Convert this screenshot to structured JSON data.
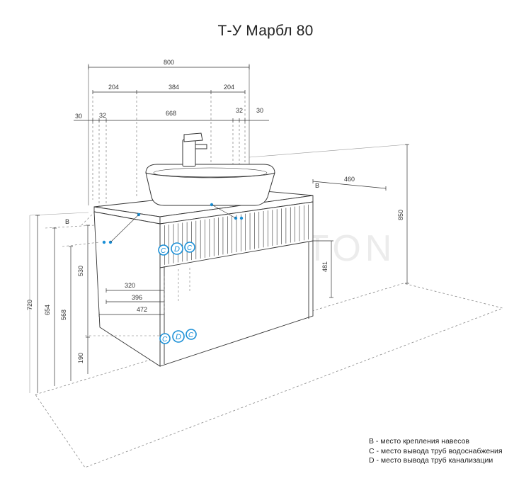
{
  "title": "Т-У Марбл 80",
  "watermark": "AQUATON",
  "dimensions": {
    "width_total": "800",
    "w204_left": "204",
    "w384": "384",
    "w204_right": "204",
    "w30_left": "30",
    "w32_left": "32",
    "w668": "668",
    "w32_right": "32",
    "w30_right": "30",
    "depth_460": "460",
    "h850": "850",
    "h720": "720",
    "h654": "654",
    "h568": "568",
    "h530": "530",
    "h481": "481",
    "h190": "190",
    "d320": "320",
    "d396": "396",
    "d472": "472"
  },
  "markers": {
    "b_label": "B",
    "c_label": "C",
    "d_label": "D"
  },
  "legend": {
    "b": "B - место крепления навесов",
    "c": "C - место вывода труб водоснабжения",
    "d": "D - место вывода труб канализации"
  },
  "colors": {
    "line": "#333333",
    "dashed": "#777777",
    "accent": "#1a8fd6"
  }
}
